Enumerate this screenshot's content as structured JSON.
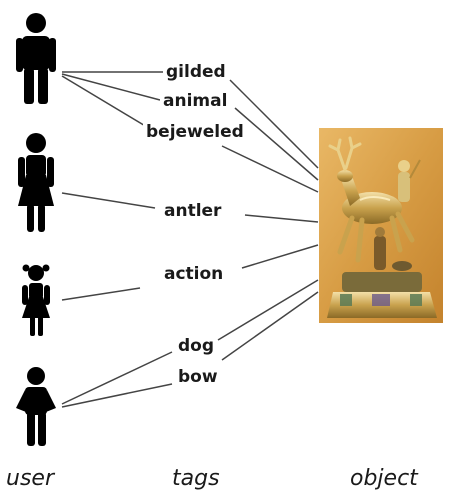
{
  "tags": [
    "gilded",
    "animal",
    "bejeweled",
    "antler",
    "action",
    "dog",
    "bow"
  ],
  "column_labels": {
    "user": "user",
    "tags": "tags",
    "object": "object"
  },
  "users": [
    "male-user",
    "female-user",
    "girl-user",
    "boy-user"
  ],
  "colors": {
    "figure": "#000000",
    "edge": "#444444",
    "object_bg": "#d9a24a",
    "object_gold": "#c8a24a"
  }
}
